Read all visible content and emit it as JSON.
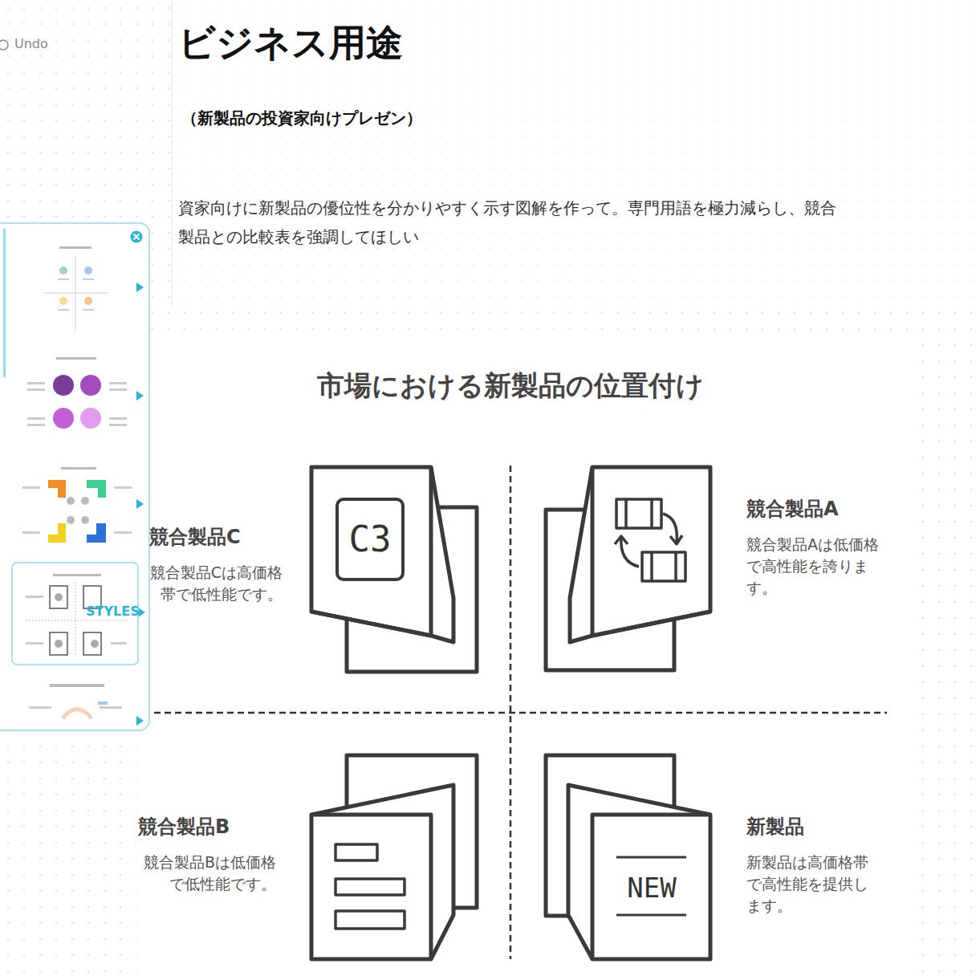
{
  "diagram": {
    "title": "市場における新製品の位置付け",
    "nodes": [
      {
        "text": [
          "競合製品C",
          "競合製品Cは高価格帯で低性能です。"
        ]
      },
      {
        "text": [
          "競合製品A",
          "競合製品Aは低価格で高性能を誇ります。"
        ]
      },
      {
        "text": [
          "競合製品B",
          "競合製品Bは低価格で低性能です。"
        ]
      },
      {
        "text": [
          "新製品",
          "新製品は高価格帯で高性能を提供します。"
        ]
      }
    ],
    "edges": [],
    "labels": [
      "Undo",
      "ビジネス用途",
      "（新製品の投資家向けプレゼン）",
      "資家向けに新製品の優位性を分かりやすく示す図解を作って。専門用語を極力減らし、競合製品との比較表を強調してほしい",
      "STYLES",
      "C3",
      "NEW"
    ]
  }
}
